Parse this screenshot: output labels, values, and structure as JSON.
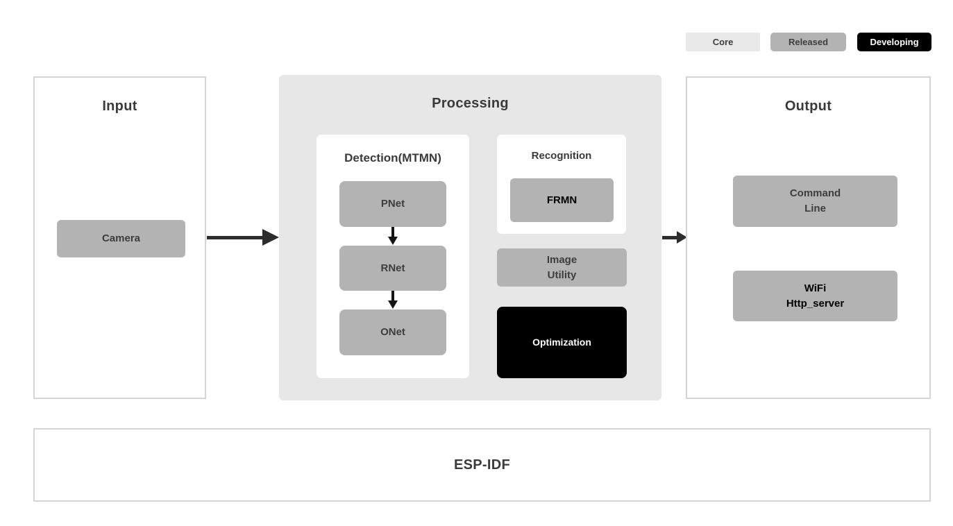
{
  "legend": {
    "items": [
      {
        "label": "Core",
        "bg": "#e8e8e8",
        "fg": "#3d3d3d"
      },
      {
        "label": "Released",
        "bg": "#b3b3b3",
        "fg": "#3d3d3d"
      },
      {
        "label": "Developing",
        "bg": "#000000",
        "fg": "#ffffff"
      }
    ]
  },
  "columns": {
    "input": {
      "title": "Input",
      "camera_label": "Camera"
    },
    "processing": {
      "title": "Processing",
      "detection": {
        "title": "Detection(MTMN)",
        "nodes": [
          "PNet",
          "RNet",
          "ONet"
        ]
      },
      "recognition": {
        "title": "Recognition",
        "frmn_label": "FRMN"
      },
      "image_utility_label": "Image\nUtility",
      "optimization_label": "Optimization"
    },
    "output": {
      "title": "Output",
      "command_line_label": "Command\nLine",
      "wifi_label": "WiFi\nHttp_server"
    }
  },
  "foundation": {
    "title": "ESP-IDF"
  },
  "colors": {
    "page_bg": "#ffffff",
    "processing_bg": "#e7e7e7",
    "node_gray": "#b3b3b3",
    "optimization_bg": "#000000",
    "panel_border": "#d4d4d4",
    "dark_text": "#3d3d3d",
    "arrow": "#2d2d2d"
  }
}
